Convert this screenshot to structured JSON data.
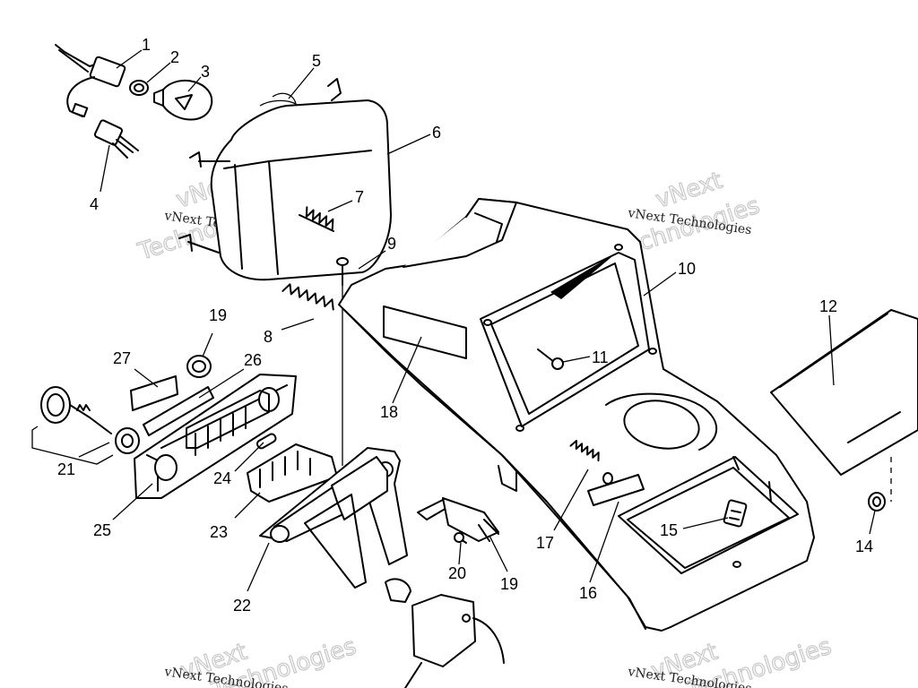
{
  "callouts": [
    {
      "id": "1",
      "label": "1"
    },
    {
      "id": "2",
      "label": "2"
    },
    {
      "id": "3",
      "label": "3"
    },
    {
      "id": "4",
      "label": "4"
    },
    {
      "id": "5",
      "label": "5"
    },
    {
      "id": "6",
      "label": "6"
    },
    {
      "id": "7",
      "label": "7"
    },
    {
      "id": "8",
      "label": "8"
    },
    {
      "id": "9",
      "label": "9"
    },
    {
      "id": "10",
      "label": "10"
    },
    {
      "id": "11",
      "label": "11"
    },
    {
      "id": "12",
      "label": "12"
    },
    {
      "id": "14",
      "label": "14"
    },
    {
      "id": "15",
      "label": "15"
    },
    {
      "id": "16",
      "label": "16"
    },
    {
      "id": "17",
      "label": "17"
    },
    {
      "id": "18",
      "label": "18"
    },
    {
      "id": "19a",
      "label": "19"
    },
    {
      "id": "19b",
      "label": "19"
    },
    {
      "id": "20",
      "label": "20"
    },
    {
      "id": "21",
      "label": "21"
    },
    {
      "id": "22",
      "label": "22"
    },
    {
      "id": "23",
      "label": "23"
    },
    {
      "id": "24",
      "label": "24"
    },
    {
      "id": "25",
      "label": "25"
    },
    {
      "id": "26",
      "label": "26"
    },
    {
      "id": "27",
      "label": "27"
    }
  ],
  "watermark": {
    "line1": "vNext Technologies",
    "word1": "vNext",
    "word2": "Technologies"
  }
}
